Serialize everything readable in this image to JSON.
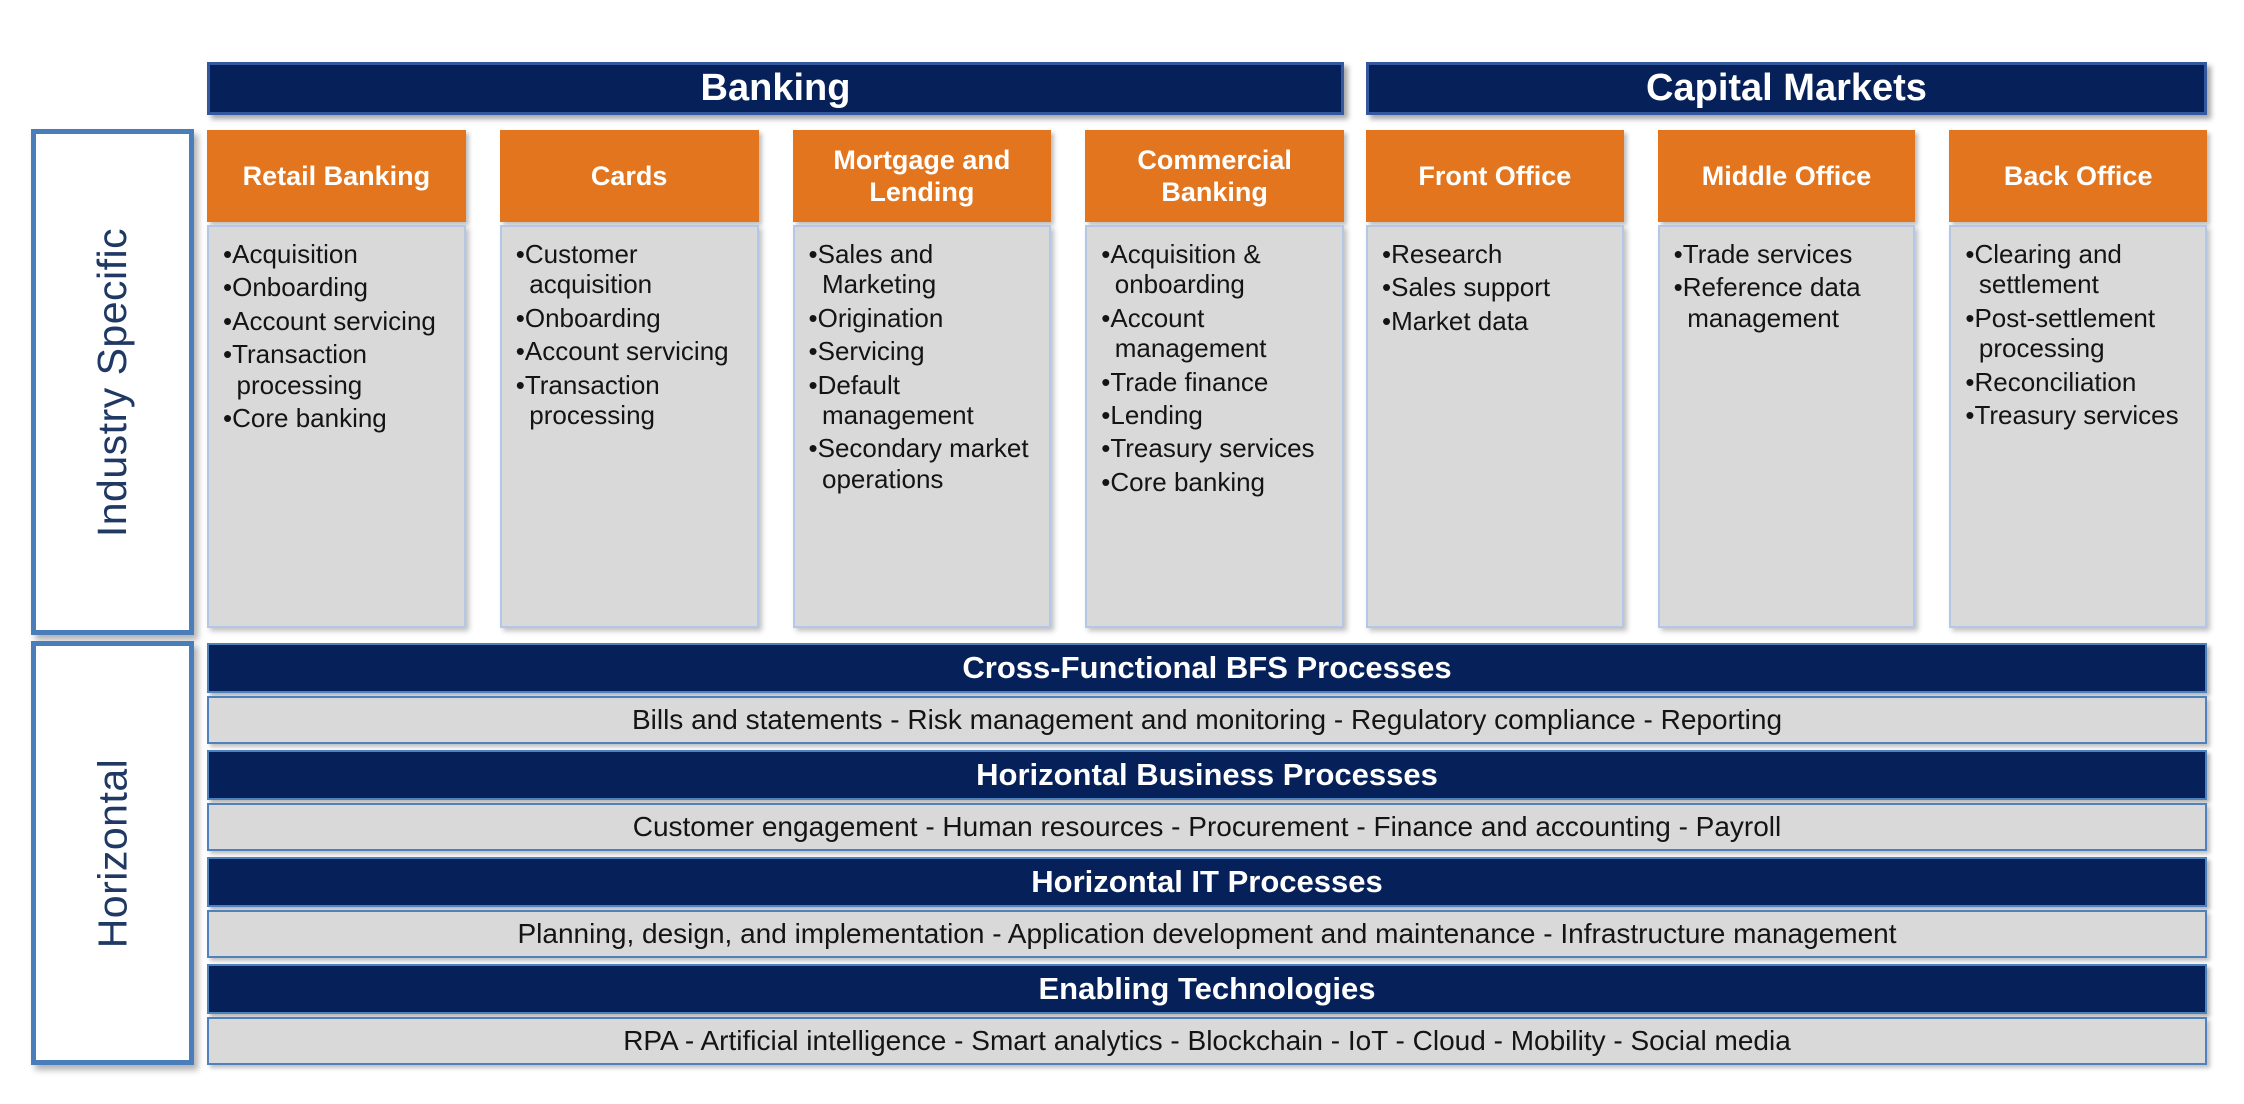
{
  "left_rail": {
    "industry_specific_label": "Industry Specific",
    "horizontal_label": "Horizontal"
  },
  "groups": [
    {
      "title": "Banking",
      "columns": [
        {
          "header": "Retail Banking",
          "items": [
            "Acquisition",
            "Onboarding",
            "Account servicing",
            "Transaction processing",
            "Core banking"
          ]
        },
        {
          "header": "Cards",
          "items": [
            "Customer acquisition",
            "Onboarding",
            "Account servicing",
            "Transaction processing"
          ]
        },
        {
          "header": "Mortgage and Lending",
          "items": [
            "Sales and Marketing",
            "Origination",
            "Servicing",
            "Default management",
            "Secondary market operations"
          ]
        },
        {
          "header": "Commercial Banking",
          "items": [
            "Acquisition & onboarding",
            "Account management",
            "Trade finance",
            "Lending",
            "Treasury services",
            "Core banking"
          ]
        }
      ]
    },
    {
      "title": "Capital Markets",
      "columns": [
        {
          "header": "Front Office",
          "items": [
            "Research",
            "Sales support",
            "Market data"
          ]
        },
        {
          "header": "Middle Office",
          "items": [
            "Trade services",
            "Reference data management"
          ]
        },
        {
          "header": "Back Office",
          "items": [
            "Clearing and settlement",
            "Post-settlement processing",
            "Reconciliation",
            "Treasury services"
          ]
        }
      ]
    }
  ],
  "horizontal_rows": [
    {
      "header": "Cross-Functional BFS Processes",
      "content": "Bills and statements - Risk management and monitoring - Regulatory compliance - Reporting"
    },
    {
      "header": "Horizontal Business Processes",
      "content": "Customer engagement - Human resources - Procurement - Finance and accounting - Payroll"
    },
    {
      "header": "Horizontal IT Processes",
      "content": "Planning, design, and implementation - Application development and maintenance - Infrastructure management"
    },
    {
      "header": "Enabling Technologies",
      "content": "RPA - Artificial intelligence - Smart analytics - Blockchain - IoT - Cloud - Mobility - Social media"
    }
  ],
  "colors": {
    "navy": "#06215a",
    "navy_border": "#33589d",
    "orange": "#e2751d",
    "gray_fill": "#d9d9d9",
    "light_blue_border": "#b4c7e7",
    "steel_blue_border": "#4f81bd",
    "rail_border": "#4a7ebb",
    "rail_text": "#1f3864"
  }
}
